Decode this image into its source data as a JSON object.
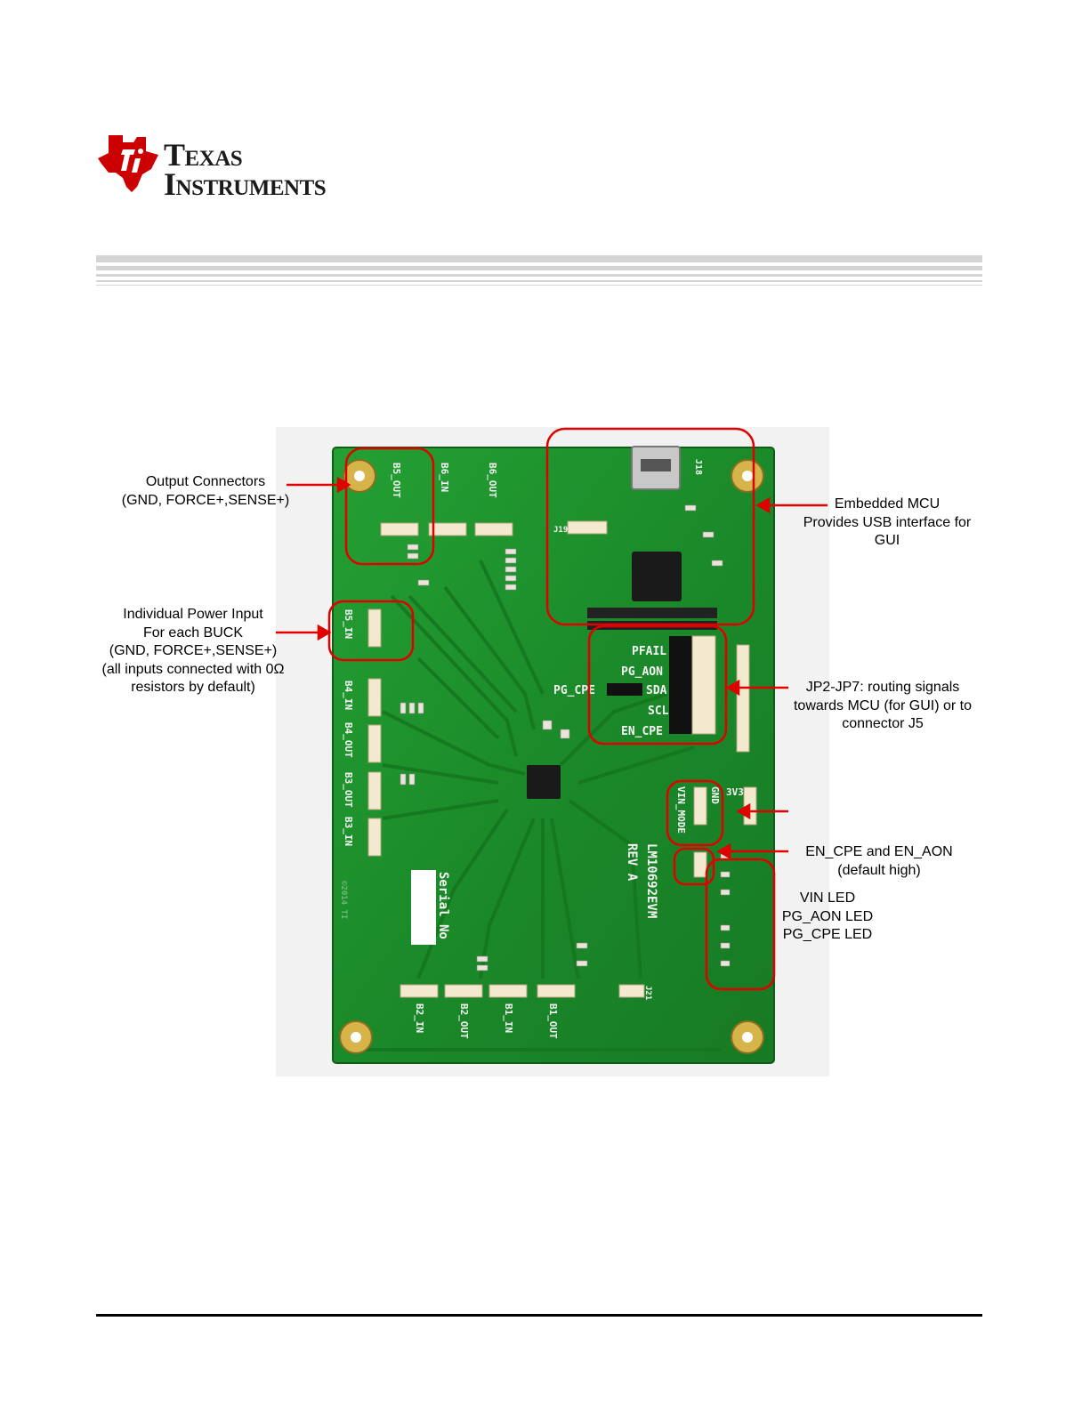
{
  "logo": {
    "line1": "Texas",
    "line2": "Instruments"
  },
  "board": {
    "silkscreen": {
      "b5_out": "B5_OUT",
      "b6_in": "B6_IN",
      "b6_out": "B6_OUT",
      "b5_in": "B5_IN",
      "b4_in": "B4_IN",
      "b4_out": "B4_OUT",
      "b3_out": "B3_OUT",
      "b3_in": "B3_IN",
      "b2_in": "B2_IN",
      "b2_out": "B2_OUT",
      "b1_in": "B1_IN",
      "b1_out": "B1_OUT",
      "serial": "Serial No",
      "model": "LM10692EVM",
      "rev": "REV A",
      "pfail": "PFAIL",
      "pg_aon": "PG_AON",
      "pg_cpe": "PG_CPE",
      "sda": "SDA",
      "scl": "SCL",
      "en_cpe": "EN_CPE",
      "vin_mode": "VIN_MODE",
      "gnd": "GND",
      "v3v3": "3V3",
      "j18": "J18",
      "j19": "J19",
      "j21": "J21",
      "copyright": "©2014 TI"
    }
  },
  "callouts": {
    "output_connectors": [
      "Output Connectors",
      "(GND, FORCE+,SENSE+)"
    ],
    "embedded_mcu": [
      "Embedded MCU",
      "Provides USB interface for",
      "GUI"
    ],
    "power_input": [
      "Individual Power Input",
      "For each BUCK",
      "(GND, FORCE+,SENSE+)",
      "(all inputs connected with 0Ω",
      "resistors by default)"
    ],
    "jumpers": [
      "JP2-JP7: routing signals",
      "towards MCU (for GUI) or to",
      "connector J5"
    ],
    "enable": [
      "EN_CPE and EN_AON",
      "(default high)"
    ],
    "leds": [
      "VIN LED",
      "PG_AON LED",
      "PG_CPE LED"
    ]
  },
  "colors": {
    "ti_red": "#cc0000",
    "pcb_green": "#1f8a2f",
    "annotation_red": "#e00000"
  }
}
